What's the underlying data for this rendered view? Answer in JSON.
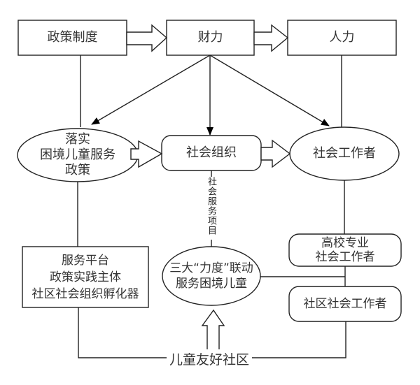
{
  "diagram": {
    "top_row": {
      "policy": "政策制度",
      "finance": "财力",
      "manpower": "人力"
    },
    "middle_row": {
      "implement_policy": [
        "落实",
        "困境儿童服务",
        "政策"
      ],
      "social_org": "社会组织",
      "social_worker": "社会工作者"
    },
    "lower": {
      "platform": [
        "服务平台",
        "政策实践主体",
        "社区社会组织孵化器"
      ],
      "linkage": [
        "三大“力度”联动",
        "服务困境儿童"
      ],
      "university_worker": [
        "高校专业",
        "社会工作者"
      ],
      "community_worker": "社区社会工作者"
    },
    "edge_labels": {
      "social_service_project": "社会服务项目"
    },
    "bottom": {
      "child_friendly_community": "儿童友好社区"
    }
  }
}
